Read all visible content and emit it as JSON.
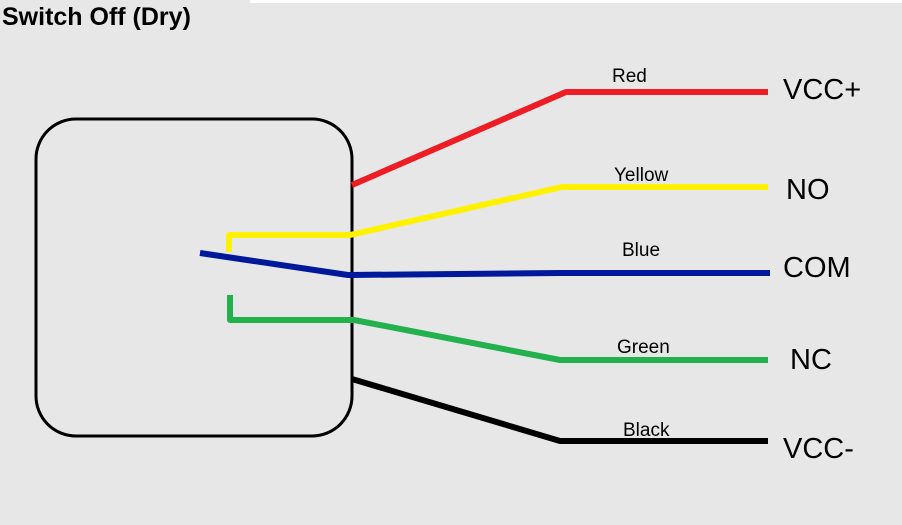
{
  "title": "Switch Off (Dry)",
  "colors": {
    "background": "#e7e7e7",
    "housing_stroke": "#000000"
  },
  "wires": [
    {
      "id": "red",
      "label": "Red",
      "terminal": "VCC+",
      "color": "#ee1c25"
    },
    {
      "id": "yellow",
      "label": "Yellow",
      "terminal": "NO",
      "color": "#fff200"
    },
    {
      "id": "blue",
      "label": "Blue",
      "terminal": "COM",
      "color": "#00189a"
    },
    {
      "id": "green",
      "label": "Green",
      "terminal": "NC",
      "color": "#22b14c"
    },
    {
      "id": "black",
      "label": "Black",
      "terminal": "VCC-",
      "color": "#000000"
    }
  ]
}
